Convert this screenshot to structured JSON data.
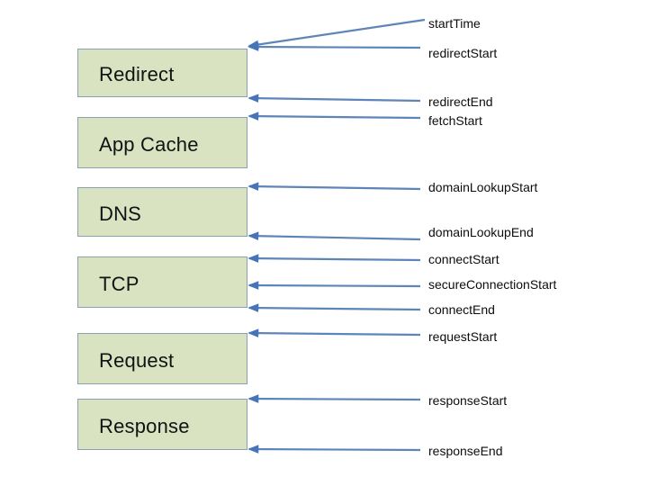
{
  "diagram": {
    "colors": {
      "background": "#ffffff",
      "box_fill": "#d9e3c2",
      "box_border": "#8aa1b4",
      "arrow_line": "#5e85b8",
      "arrow_head": "#4674b8",
      "text": "#0d0d0d"
    },
    "phases": [
      {
        "label": "Redirect"
      },
      {
        "label": "App Cache"
      },
      {
        "label": "DNS"
      },
      {
        "label": "TCP"
      },
      {
        "label": "Request"
      },
      {
        "label": "Response"
      }
    ],
    "events": [
      {
        "label": "startTime"
      },
      {
        "label": "redirectStart"
      },
      {
        "label": "redirectEnd"
      },
      {
        "label": "fetchStart"
      },
      {
        "label": "domainLookupStart"
      },
      {
        "label": "domainLookupEnd"
      },
      {
        "label": "connectStart"
      },
      {
        "label": "secureConnectionStart"
      },
      {
        "label": "connectEnd"
      },
      {
        "label": "requestStart"
      },
      {
        "label": "responseStart"
      },
      {
        "label": "responseEnd"
      }
    ],
    "connections": [
      {
        "event": "startTime",
        "phase": "Redirect",
        "anchor": "top-right"
      },
      {
        "event": "redirectStart",
        "phase": "Redirect",
        "anchor": "top-right"
      },
      {
        "event": "redirectEnd",
        "phase": "Redirect",
        "anchor": "bottom-right"
      },
      {
        "event": "fetchStart",
        "phase": "App Cache",
        "anchor": "top-right"
      },
      {
        "event": "domainLookupStart",
        "phase": "DNS",
        "anchor": "top-right"
      },
      {
        "event": "domainLookupEnd",
        "phase": "DNS",
        "anchor": "bottom-right"
      },
      {
        "event": "connectStart",
        "phase": "TCP",
        "anchor": "top-right"
      },
      {
        "event": "secureConnectionStart",
        "phase": "TCP",
        "anchor": "middle-right"
      },
      {
        "event": "connectEnd",
        "phase": "TCP",
        "anchor": "bottom-right"
      },
      {
        "event": "requestStart",
        "phase": "Request",
        "anchor": "top-right"
      },
      {
        "event": "responseStart",
        "phase": "Response",
        "anchor": "top-right"
      },
      {
        "event": "responseEnd",
        "phase": "Response",
        "anchor": "bottom-right"
      }
    ]
  }
}
